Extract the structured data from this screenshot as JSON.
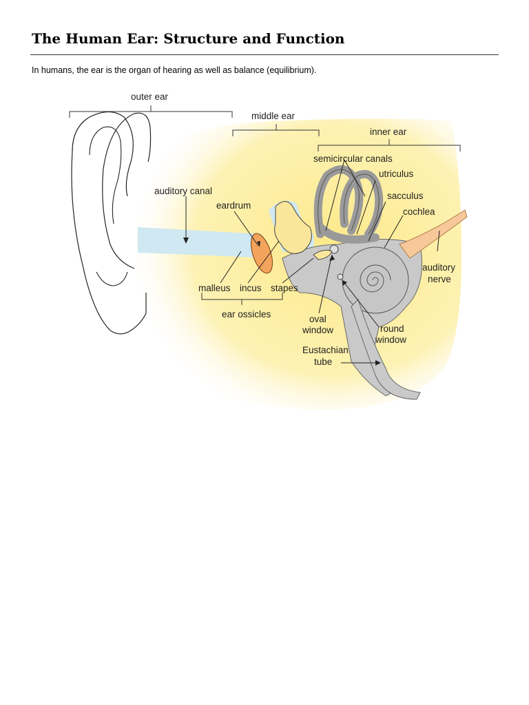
{
  "document": {
    "title": "The Human Ear: Structure and Function",
    "intro": "In humans, the ear is the organ of hearing as well as balance (equilibrium)."
  },
  "diagram": {
    "labels": {
      "outer_ear": "outer ear",
      "middle_ear": "middle ear",
      "inner_ear": "inner ear",
      "semicircular_canals": "semicircular canals",
      "utriculus": "utriculus",
      "sacculus": "sacculus",
      "cochlea": "cochlea",
      "auditory_canal": "auditory canal",
      "eardrum": "eardrum",
      "malleus": "malleus",
      "incus": "incus",
      "stapes": "stapes",
      "ear_ossicles": "ear ossicles",
      "oval_window_1": "oval",
      "oval_window_2": "window",
      "round_window_1": "round",
      "round_window_2": "window",
      "eustachian_tube_1": "Eustachian",
      "eustachian_tube_2": "tube",
      "auditory_nerve_1": "auditory",
      "auditory_nerve_2": "nerve"
    },
    "colors": {
      "background": "#fdf2b4",
      "canal": "#cfe8f2",
      "eardrum": "#f3a45c",
      "ossicles": "#fae69a",
      "inner_ear": "#cfcfcf",
      "nerve": "#f6c89a"
    }
  }
}
